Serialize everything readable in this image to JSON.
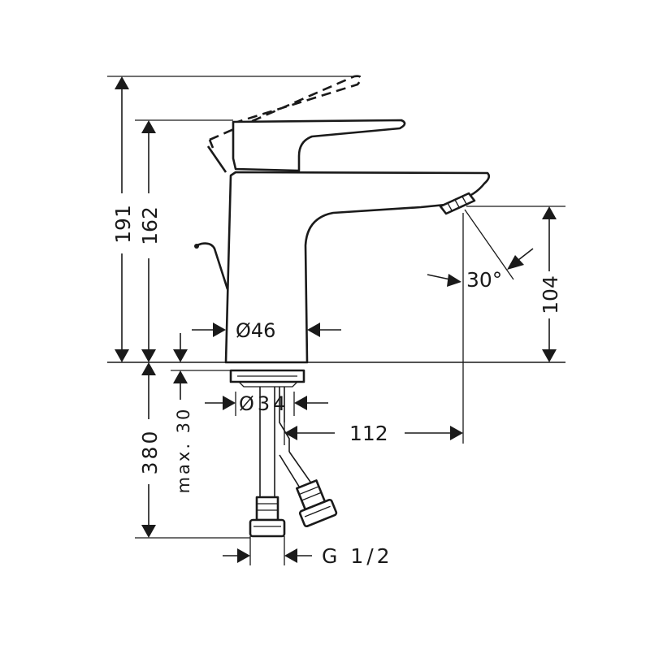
{
  "dimensions": {
    "total_height": "191",
    "handle_height": "162",
    "spout_height": "104",
    "spout_angle": "30°",
    "body_diameter": "Ø46",
    "hole_diameter": "Ø34",
    "spout_reach": "112",
    "hose_length": "380",
    "max_thickness": "max. 30",
    "connection_thread": "G 1/2"
  }
}
